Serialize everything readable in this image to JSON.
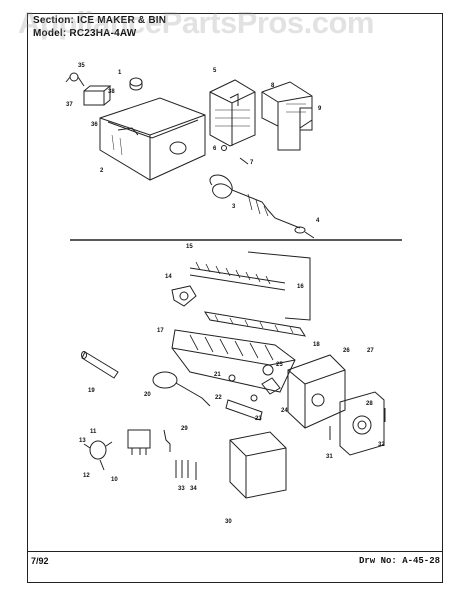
{
  "header": {
    "section": "Section: ICE MAKER & BIN",
    "model": "Model: RC23HA-4AW"
  },
  "watermark": "AppliancePartsPros.com",
  "footer": {
    "date": "7/92",
    "drawing": "Drw No: A-45-28"
  },
  "callouts": [
    "1",
    "2",
    "3",
    "4",
    "5",
    "6",
    "7",
    "8",
    "9",
    "10",
    "11",
    "12",
    "13",
    "14",
    "15",
    "16",
    "17",
    "18",
    "19",
    "20",
    "21",
    "22",
    "23",
    "24",
    "25",
    "26",
    "27",
    "28",
    "29",
    "30",
    "31",
    "32",
    "33",
    "34",
    "35",
    "36",
    "37",
    "38"
  ],
  "colors": {
    "line": "#222222",
    "paper": "#ffffff",
    "watermark": "#969696"
  }
}
